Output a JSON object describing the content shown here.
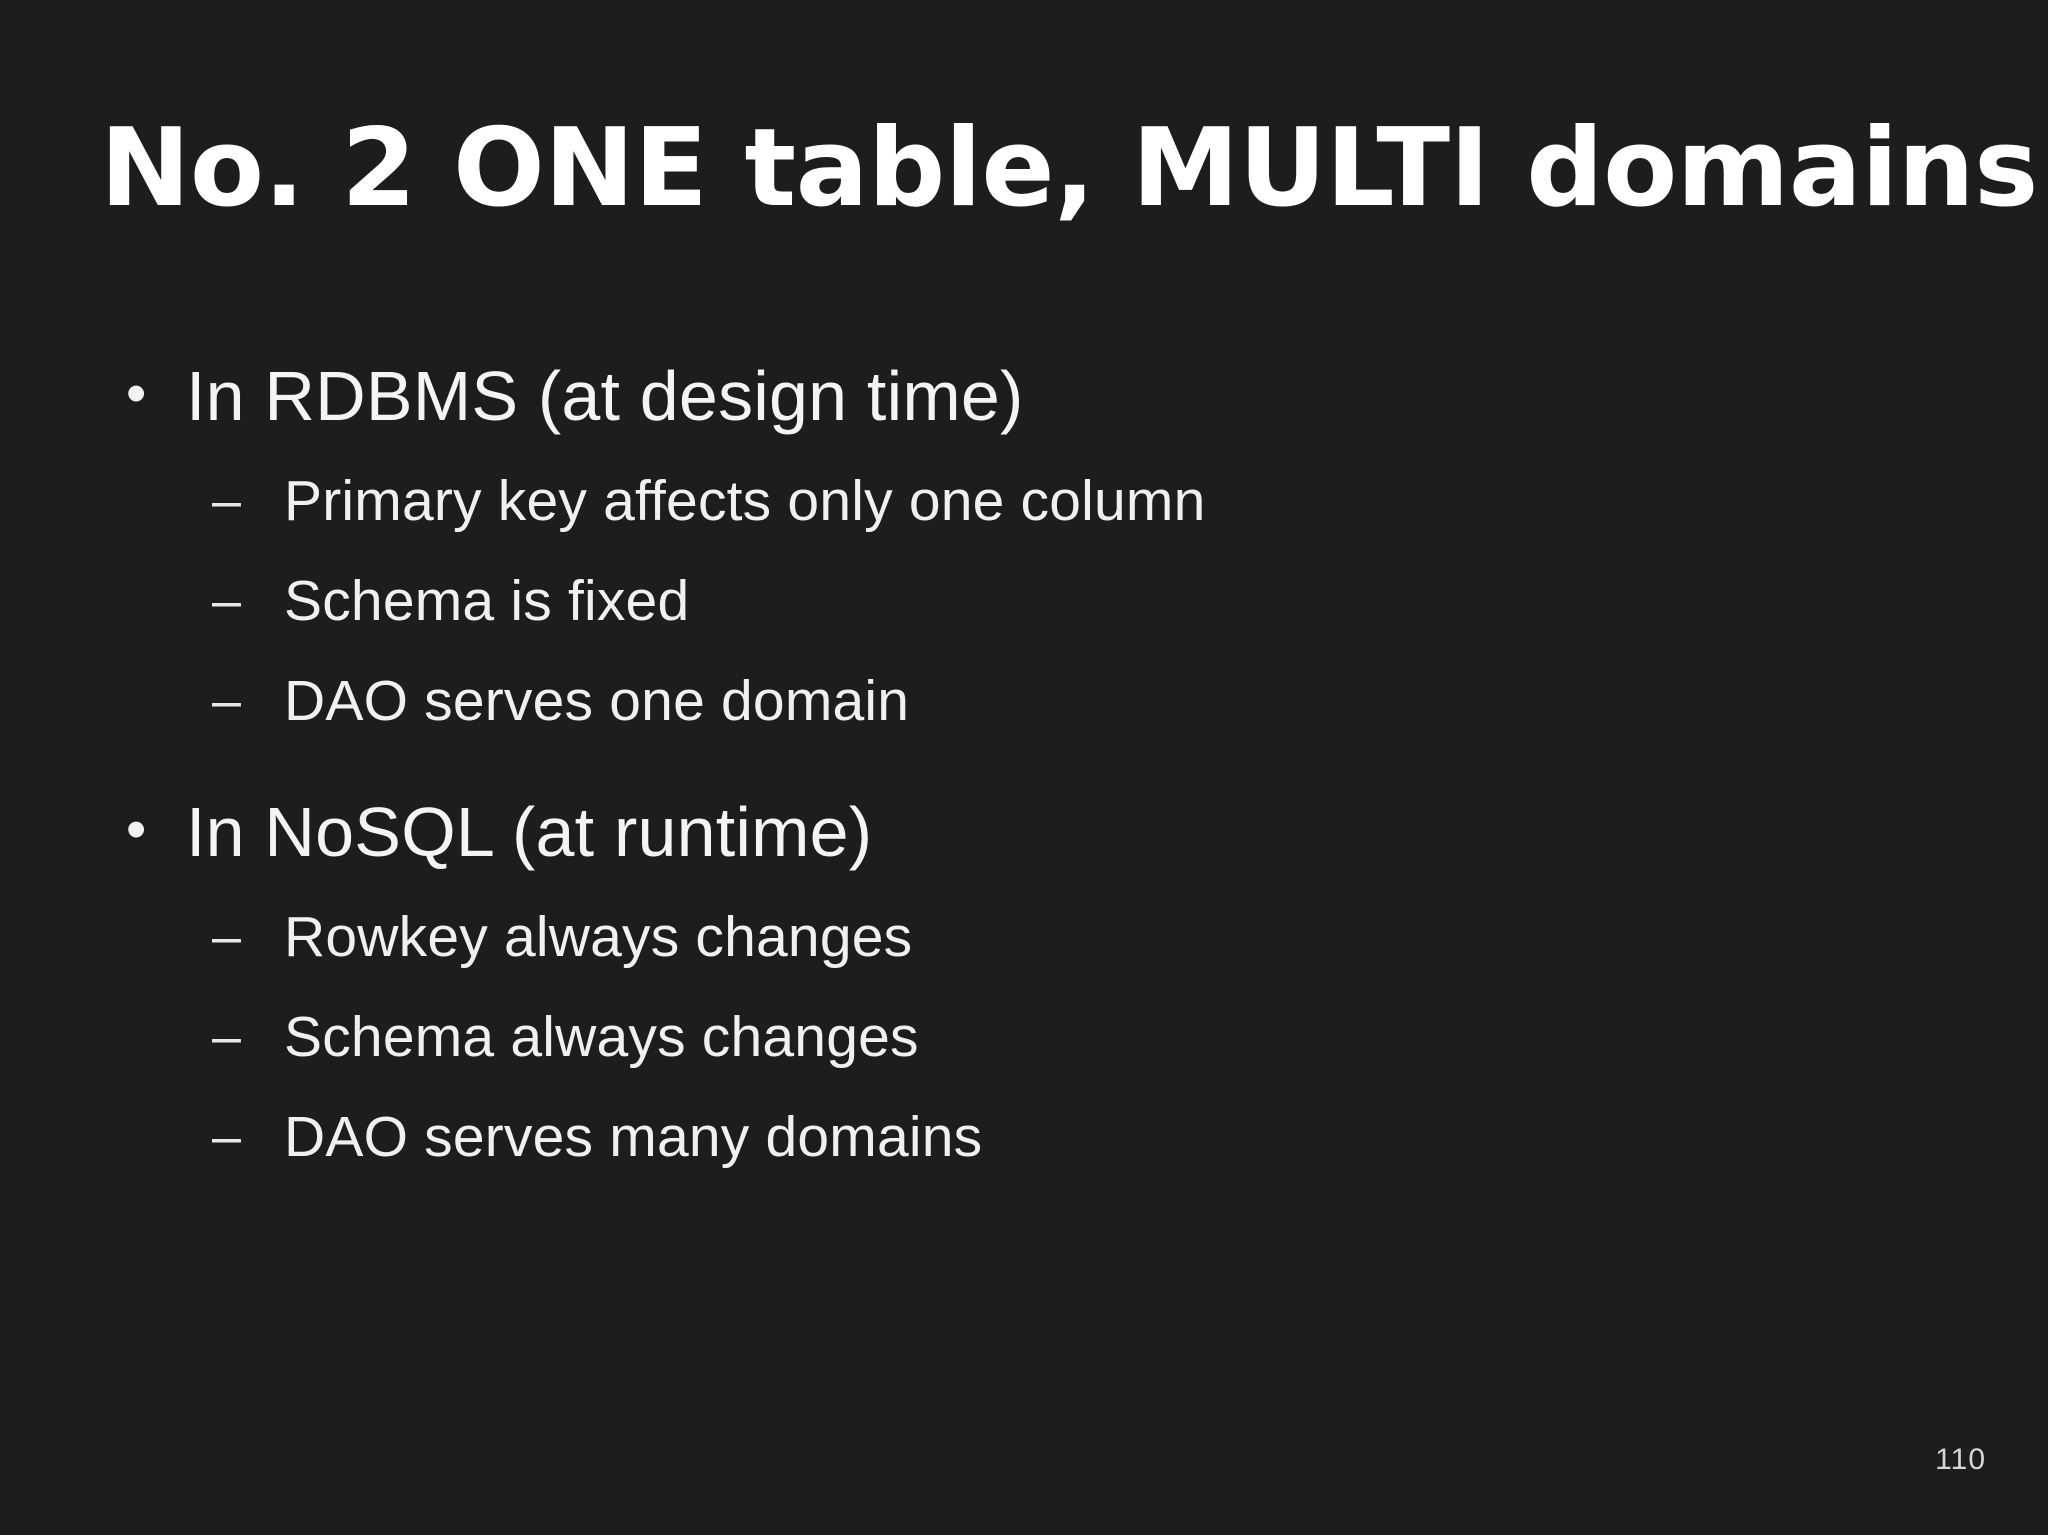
{
  "slide": {
    "background_color": "#1e1d1d",
    "text_color": "#f4f2f0",
    "title": "No. 2 ONE table, MULTI domains",
    "page_number": "110",
    "groups": [
      {
        "marker": "•",
        "text": "In RDBMS (at design time)",
        "sub_marker": "–",
        "sub_items": [
          "Primary key affects only one column",
          "Schema is fixed",
          "DAO serves one domain"
        ]
      },
      {
        "marker": "•",
        "text": "In NoSQL (at runtime)",
        "sub_marker": "–",
        "sub_items": [
          "Rowkey always changes",
          "Schema always changes",
          "DAO serves many domains"
        ]
      }
    ]
  }
}
